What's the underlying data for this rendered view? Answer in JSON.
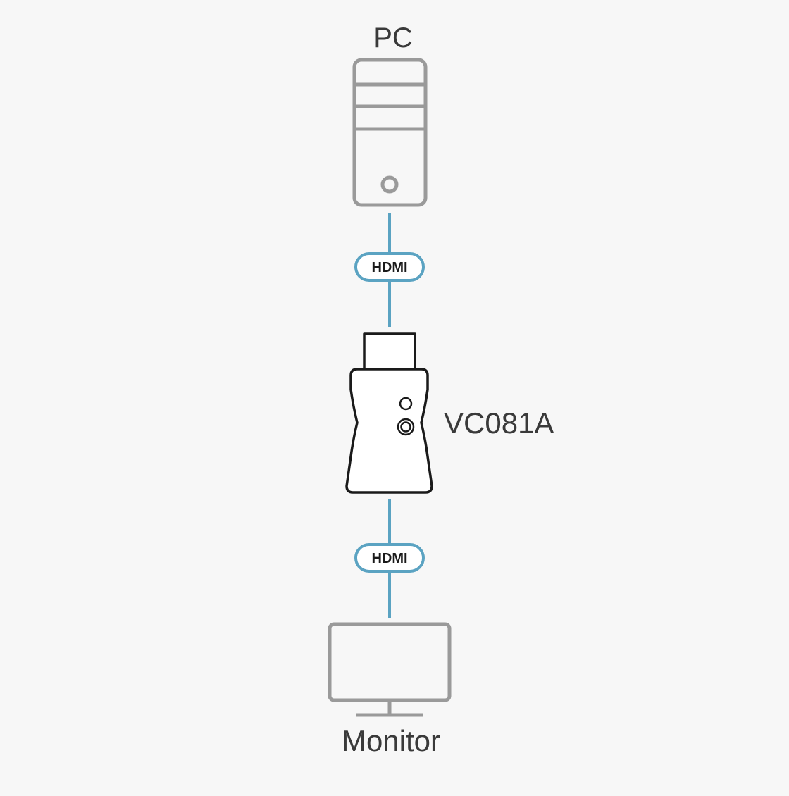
{
  "devices": {
    "pc": {
      "label": "PC",
      "icon": "desktop-tower-icon"
    },
    "adapter": {
      "label": "VC081A",
      "icon": "hdmi-adapter-icon"
    },
    "monitor": {
      "label": "Monitor",
      "icon": "monitor-icon"
    }
  },
  "connections": [
    {
      "from": "PC",
      "to": "VC081A",
      "label": "HDMI"
    },
    {
      "from": "VC081A",
      "to": "Monitor",
      "label": "HDMI"
    }
  ],
  "colors": {
    "background": "#f7f7f7",
    "cable": "#5ba3c2",
    "device_outline_gray": "#9a9a9a",
    "adapter_outline": "#1a1a1a",
    "text": "#3a3a3a"
  }
}
